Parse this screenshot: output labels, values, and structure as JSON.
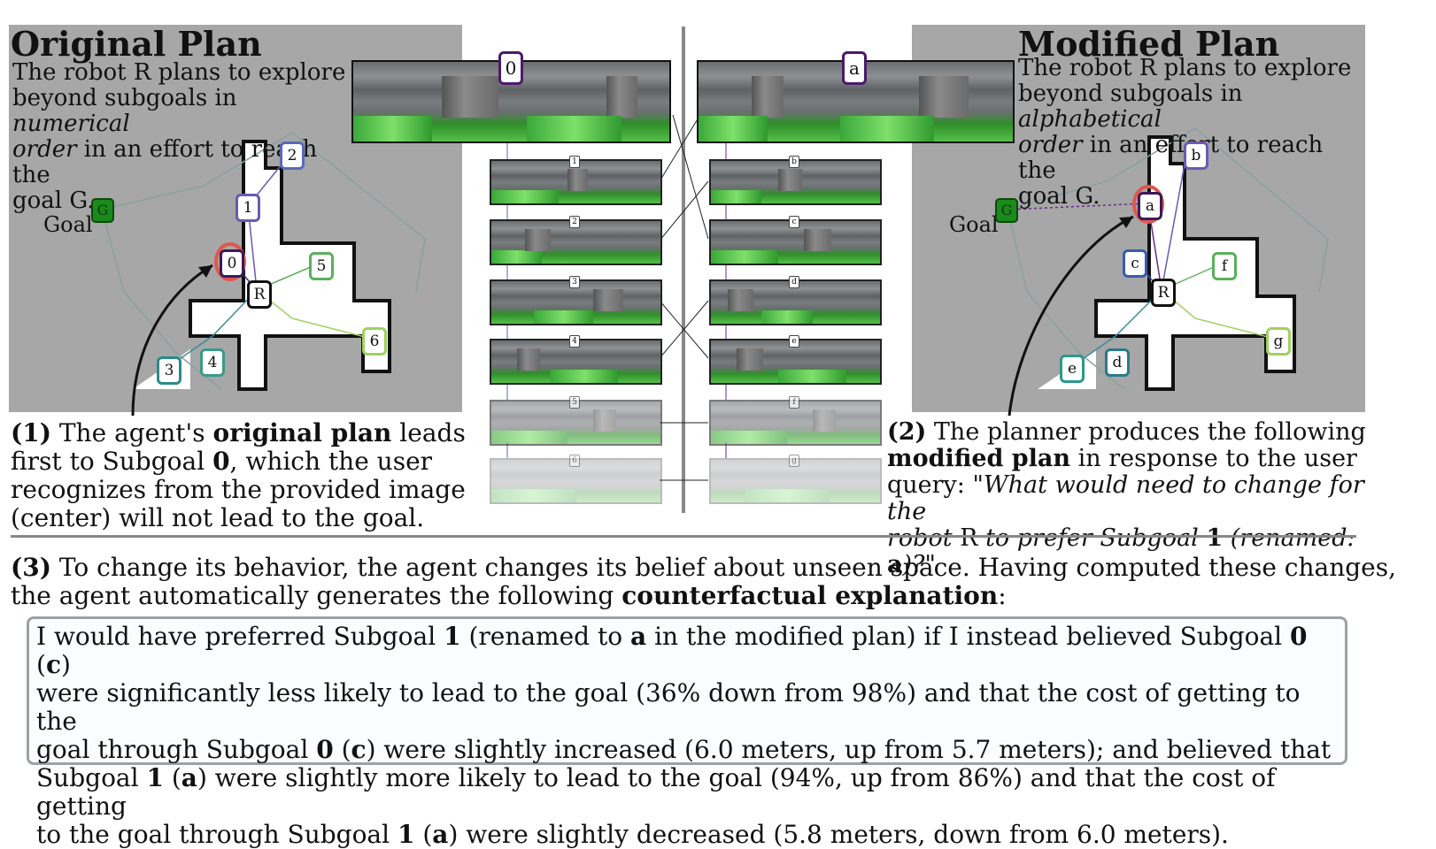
{
  "left_panel": {
    "title": "Original Plan",
    "desc_1": "The robot R plans to explore",
    "desc_2": "beyond subgoals in ",
    "desc_2_em": "numerical",
    "desc_3_em": "order",
    "desc_3": " in an effort to reach the",
    "desc_4": "goal G.",
    "goal_label": "Goal",
    "goal_marker": "G",
    "robot_marker": "R",
    "subgoals": [
      "0",
      "1",
      "2",
      "3",
      "4",
      "5",
      "6"
    ]
  },
  "right_panel": {
    "title": "Modified Plan",
    "desc_1": "The robot R plans to explore",
    "desc_2": "beyond subgoals in ",
    "desc_2_em": "alphabetical",
    "desc_3_em": "order",
    "desc_3": " in an effort to reach the",
    "desc_4": "goal G.",
    "goal_label": "Goal",
    "goal_marker": "G",
    "robot_marker": "R",
    "subgoals": [
      "a",
      "b",
      "c",
      "d",
      "e",
      "f",
      "g"
    ]
  },
  "center": {
    "left_big_label": "0",
    "right_big_label": "a",
    "left_thumb_labels": [
      "1",
      "2",
      "3",
      "4",
      "5",
      "6"
    ],
    "right_thumb_labels": [
      "b",
      "c",
      "d",
      "e",
      "f",
      "g"
    ]
  },
  "caption_left": {
    "num": "(1)",
    "t1": " The agent's ",
    "b1": "original plan",
    "t2": " leads",
    "t3": "first to Subgoal ",
    "b2": "0",
    "t4": ", which the user",
    "t5": "recognizes from the provided image",
    "t6": "(center) will not lead to the goal."
  },
  "caption_right": {
    "num": "(2)",
    "t1": " The planner produces the following",
    "b1": "modified plan",
    "t2": " in response to the user",
    "t3": "query: ",
    "q1": "\"What would need to change for the",
    "q2a": "robot",
    "q2b": " R ",
    "q2c": "to prefer Subgoal ",
    "q2d": "1",
    "q2e": " (renamed: ",
    "q2f": "a",
    "q2g": ")?\""
  },
  "caption_bottom": {
    "num": "(3)",
    "l1": " To change its behavior, the agent changes its belief about unseen space. Having computed these changes,",
    "l2a": "the agent automatically generates the following ",
    "l2b": "counterfactual explanation",
    "l2c": ":"
  },
  "explanation": {
    "l1a": "I would have preferred Subgoal ",
    "l1b": "1",
    "l1c": " (renamed to ",
    "l1d": "a",
    "l1e": " in the modified plan) if I instead believed Subgoal ",
    "l1f": "0",
    "l1g": " (",
    "l1h": "c",
    "l1i": ")",
    "l2": "were significantly less likely to lead to the goal (36% down from 98%) and that the cost of getting to the",
    "l3a": "goal through Subgoal ",
    "l3b": "0",
    "l3c": " (",
    "l3d": "c",
    "l3e": ") were slightly increased (6.0 meters, up from 5.7 meters); and believed that",
    "l4a": "Subgoal ",
    "l4b": "1",
    "l4c": " (",
    "l4d": "a",
    "l4e": ") were slightly more likely to lead to the goal (94%, up from 86%) and that the cost of getting",
    "l5a": "to the goal through Subgoal ",
    "l5b": "1",
    "l5c": " (",
    "l5d": "a",
    "l5e": ") were slightly decreased (5.8 meters, down from 6.0 meters)."
  },
  "colors": {
    "panel_bg": "#a7a7a7",
    "goal_green": "#1a8a1a",
    "highlight_red": "#e0574f",
    "divider": "#888888",
    "explanation_border": "#9aa2a6"
  }
}
